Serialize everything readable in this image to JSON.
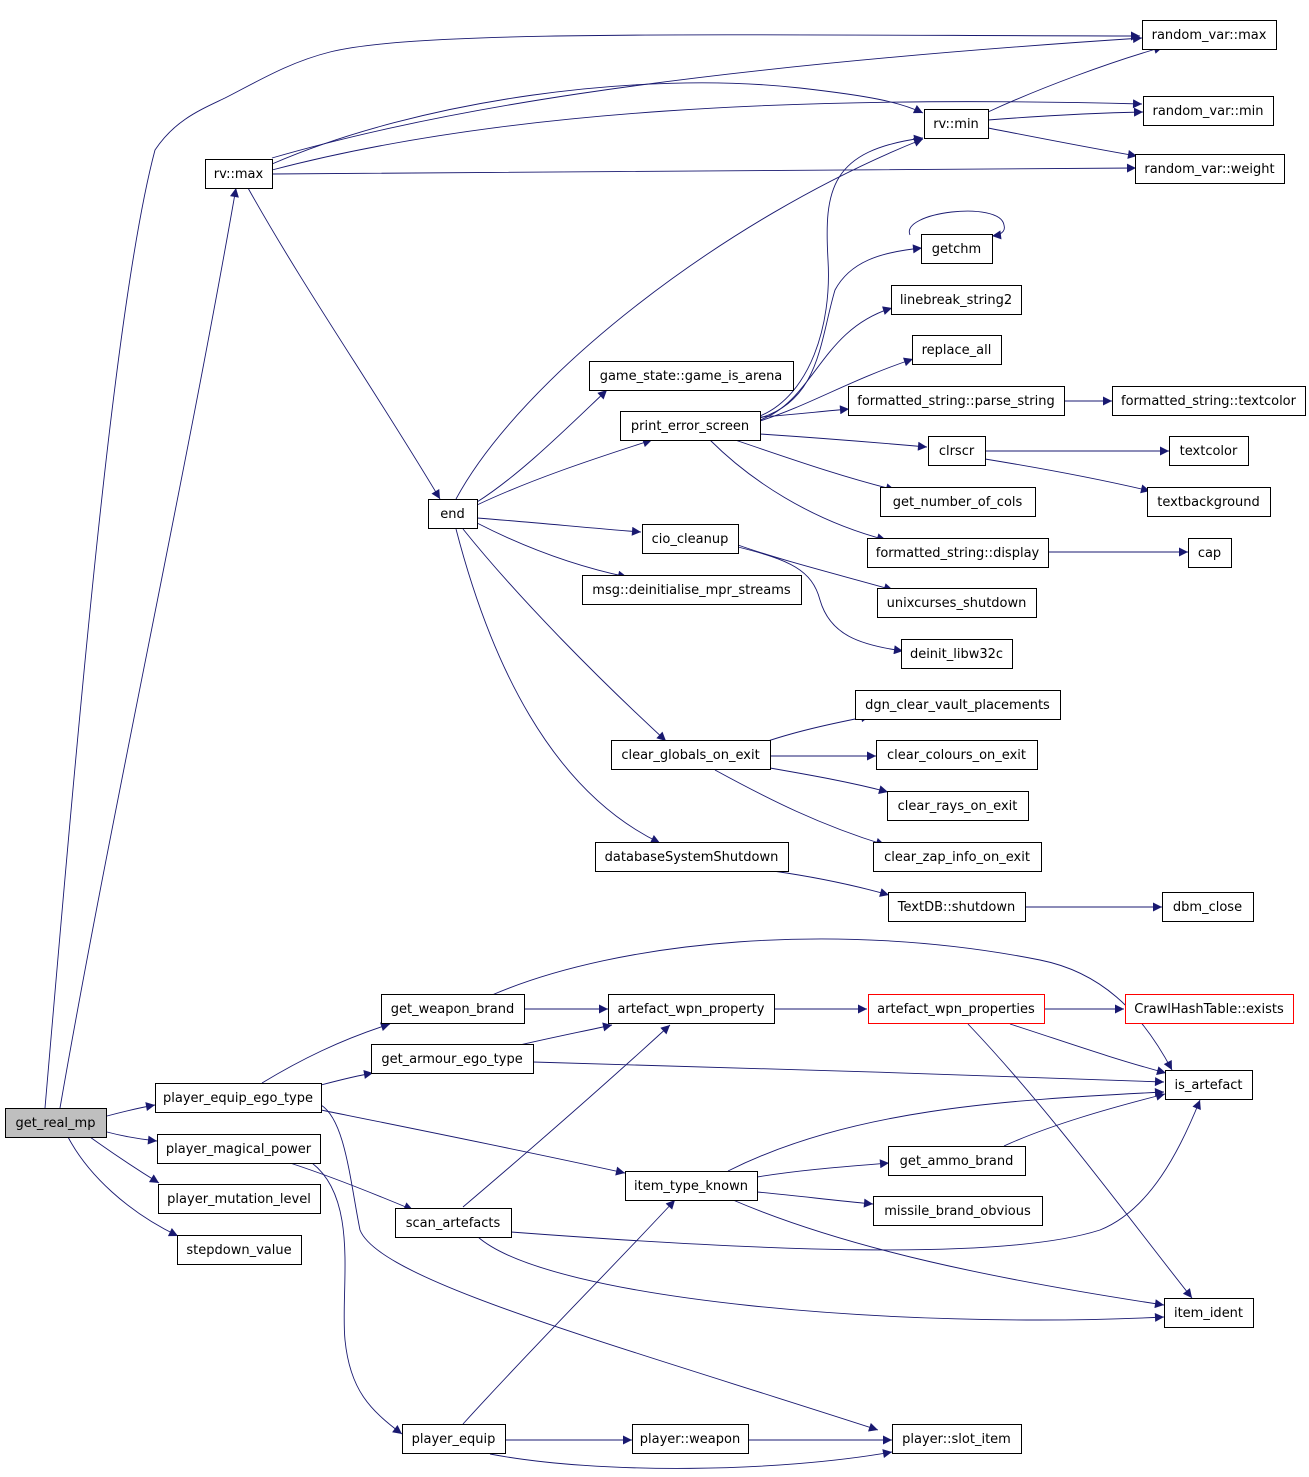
{
  "nodes": [
    {
      "id": "get_real_mp",
      "label": "get_real_mp",
      "style": "root"
    },
    {
      "id": "rv_max",
      "label": "rv::max"
    },
    {
      "id": "rv_min",
      "label": "rv::min"
    },
    {
      "id": "rvar_max",
      "label": "random_var::max"
    },
    {
      "id": "rvar_min",
      "label": "random_var::min"
    },
    {
      "id": "rvar_weight",
      "label": "random_var::weight"
    },
    {
      "id": "getchm",
      "label": "getchm"
    },
    {
      "id": "linebreak_string2",
      "label": "linebreak_string2"
    },
    {
      "id": "replace_all",
      "label": "replace_all"
    },
    {
      "id": "game_is_arena",
      "label": "game_state::game_is_arena"
    },
    {
      "id": "print_error_screen",
      "label": "print_error_screen"
    },
    {
      "id": "parse_string",
      "label": "formatted_string::parse_string"
    },
    {
      "id": "fs_textcolor",
      "label": "formatted_string::textcolor"
    },
    {
      "id": "clrscr",
      "label": "clrscr"
    },
    {
      "id": "textcolor",
      "label": "textcolor"
    },
    {
      "id": "get_number_of_cols",
      "label": "get_number_of_cols"
    },
    {
      "id": "textbackground",
      "label": "textbackground"
    },
    {
      "id": "end",
      "label": "end"
    },
    {
      "id": "cio_cleanup",
      "label": "cio_cleanup"
    },
    {
      "id": "fs_display",
      "label": "formatted_string::display"
    },
    {
      "id": "cap",
      "label": "cap"
    },
    {
      "id": "deinit_mpr",
      "label": "msg::deinitialise_mpr_streams"
    },
    {
      "id": "unixcurses_shutdown",
      "label": "unixcurses_shutdown"
    },
    {
      "id": "deinit_libw32c",
      "label": "deinit_libw32c"
    },
    {
      "id": "dgn_clear",
      "label": "dgn_clear_vault_placements"
    },
    {
      "id": "clear_globals",
      "label": "clear_globals_on_exit"
    },
    {
      "id": "clear_colours",
      "label": "clear_colours_on_exit"
    },
    {
      "id": "clear_rays",
      "label": "clear_rays_on_exit"
    },
    {
      "id": "clear_zap",
      "label": "clear_zap_info_on_exit"
    },
    {
      "id": "db_shutdown",
      "label": "databaseSystemShutdown"
    },
    {
      "id": "textdb_shutdown",
      "label": "TextDB::shutdown"
    },
    {
      "id": "dbm_close",
      "label": "dbm_close"
    },
    {
      "id": "get_weapon_brand",
      "label": "get_weapon_brand"
    },
    {
      "id": "artefact_wpn_property",
      "label": "artefact_wpn_property"
    },
    {
      "id": "artefact_wpn_properties",
      "label": "artefact_wpn_properties",
      "style": "red"
    },
    {
      "id": "crawl_exists",
      "label": "CrawlHashTable::exists",
      "style": "red"
    },
    {
      "id": "get_armour_ego_type",
      "label": "get_armour_ego_type"
    },
    {
      "id": "player_equip_ego_type",
      "label": "player_equip_ego_type"
    },
    {
      "id": "is_artefact",
      "label": "is_artefact"
    },
    {
      "id": "player_magical_power",
      "label": "player_magical_power"
    },
    {
      "id": "get_ammo_brand",
      "label": "get_ammo_brand"
    },
    {
      "id": "item_type_known",
      "label": "item_type_known"
    },
    {
      "id": "player_mutation_level",
      "label": "player_mutation_level"
    },
    {
      "id": "missile_brand_obvious",
      "label": "missile_brand_obvious"
    },
    {
      "id": "scan_artefacts",
      "label": "scan_artefacts"
    },
    {
      "id": "stepdown_value",
      "label": "stepdown_value"
    },
    {
      "id": "item_ident",
      "label": "item_ident"
    },
    {
      "id": "player_equip",
      "label": "player_equip"
    },
    {
      "id": "player_weapon",
      "label": "player::weapon"
    },
    {
      "id": "slot_item",
      "label": "player::slot_item"
    }
  ],
  "colors": {
    "edge": "#191970",
    "node_border": "#000000",
    "root_fill": "#bfbfbf",
    "red_border": "#ff0000"
  }
}
